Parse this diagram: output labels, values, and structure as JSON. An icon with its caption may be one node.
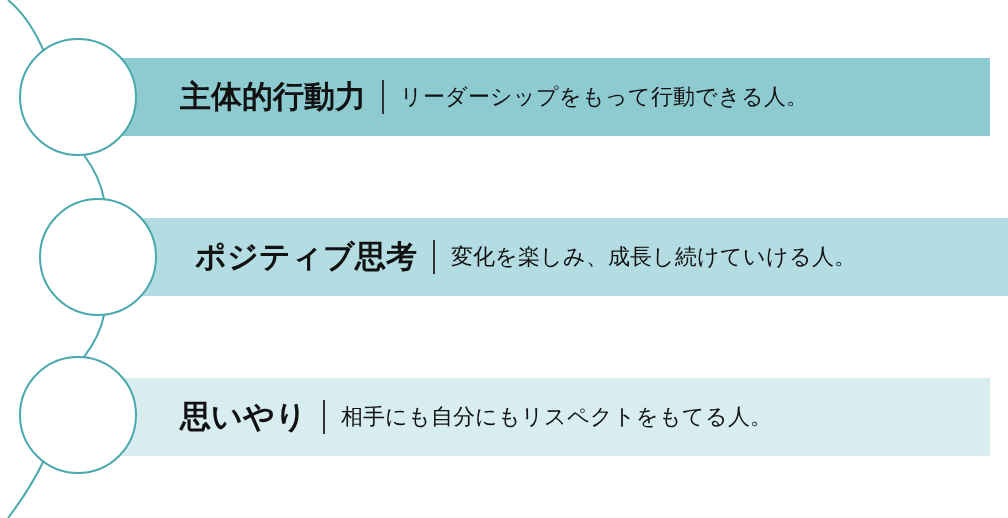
{
  "diagram": {
    "nodes": [
      {
        "text": [],
        "shape": "circle"
      },
      {
        "text": [],
        "shape": "circle"
      },
      {
        "text": [],
        "shape": "circle"
      },
      {
        "text": [
          "主体的行動力",
          "リーダーシップをもって行動できる人。"
        ]
      },
      {
        "text": [
          "ポジティブ思考",
          "変化を楽しみ、成長し続けていける人。"
        ]
      },
      {
        "text": [
          "思いやり",
          "相手にも自分にもリスペクトをもてる人。"
        ]
      }
    ],
    "edges": [
      {
        "from": null,
        "to": 0,
        "arrow": "none"
      },
      {
        "from": 0,
        "to": 1,
        "arrow": "none"
      },
      {
        "from": 1,
        "to": 2,
        "arrow": "none"
      },
      {
        "from": 2,
        "to": null,
        "arrow": "none"
      }
    ]
  }
}
